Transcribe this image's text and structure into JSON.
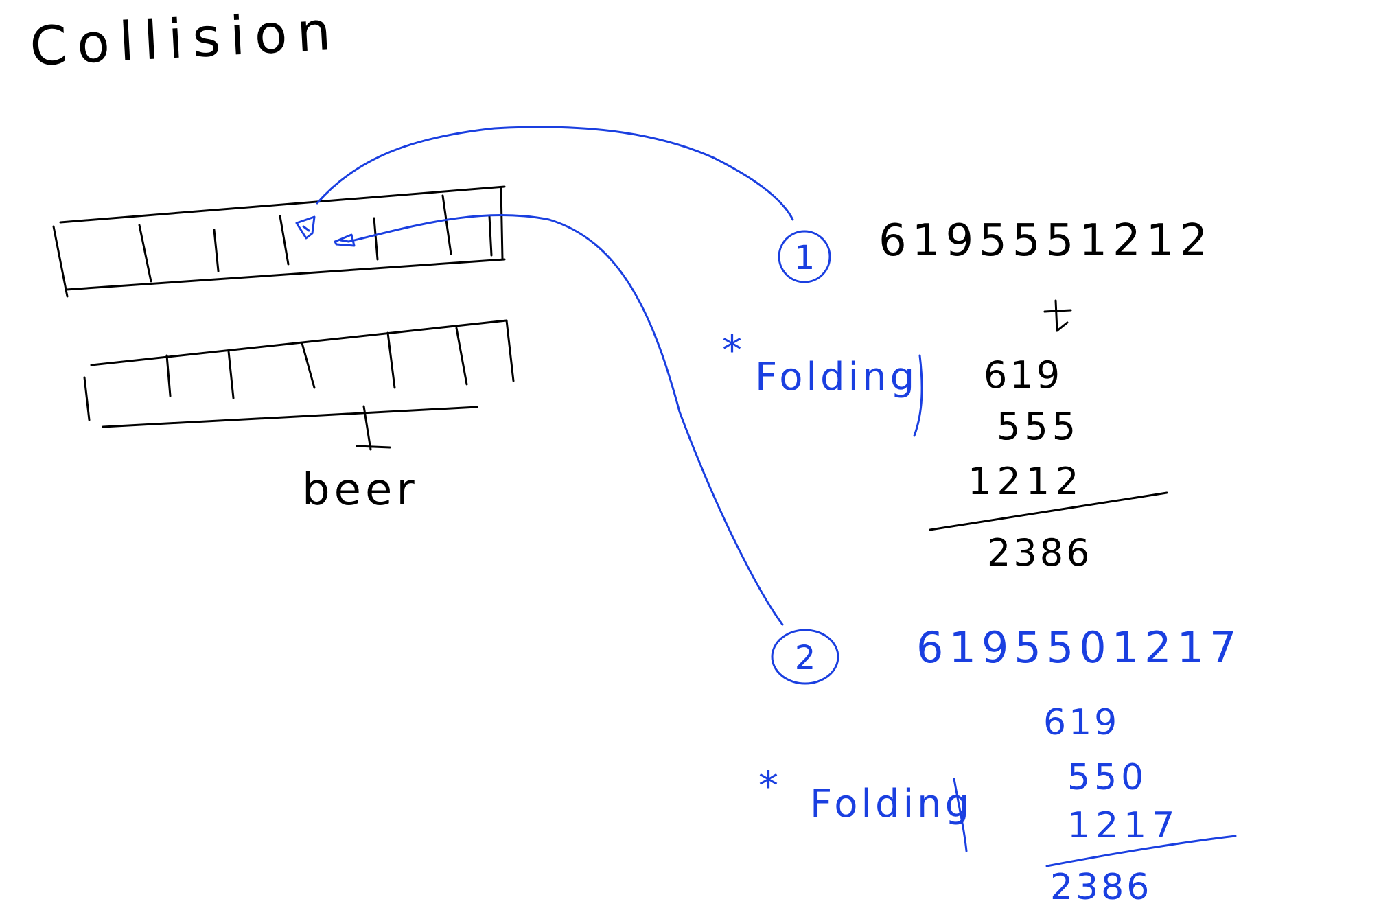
{
  "title": "Collision",
  "colors": {
    "black_ink": "#000000",
    "blue_ink": "#1a3fe0",
    "background": "#ffffff"
  },
  "table_bottom_label": "beer",
  "example1": {
    "marker": "1",
    "number": "6195551212",
    "method": "Folding",
    "parts": [
      "619",
      "555",
      "1212"
    ],
    "sum": "2386"
  },
  "example2": {
    "marker": "2",
    "number": "6195501217",
    "method": "Folding",
    "parts": [
      "619",
      "550",
      "1217"
    ],
    "sum": "2386"
  }
}
